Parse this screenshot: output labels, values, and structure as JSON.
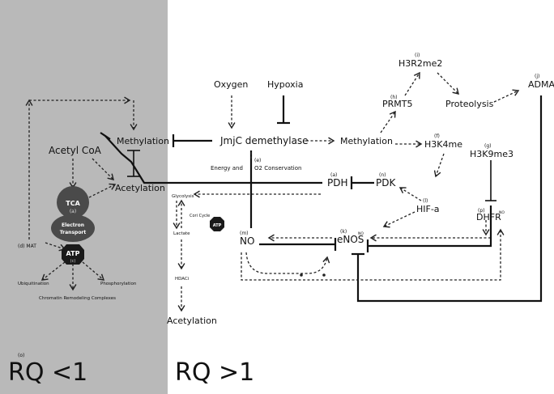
{
  "regions": {
    "left_label": "RQ <1",
    "right_label": "RQ >1",
    "left_marker": "(o)",
    "left_fill": "#b9b9b9"
  },
  "nodes": {
    "acetyl_coa": "Acetyl CoA",
    "methylation_left": "Methylation",
    "acetylation_left": "Acetylation",
    "tca": "TCA",
    "tca_marker": "(a)",
    "electron_transport_1": "Electron",
    "electron_transport_2": "Transport",
    "atp_left": "ATP",
    "atp_left_marker": "(c)",
    "mat": "(d) MAT",
    "ubiquitination": "Ubiquitination",
    "phosphorylation": "Phosphorylation",
    "chromatin": "Chromatin Remodeling Complexes",
    "oxygen": "Oxygen",
    "hypoxia": "Hypoxia",
    "jmjc": "JmjC demethylase",
    "energy": "Energy and",
    "o2_conservation": "O2 Conservation",
    "o2_marker": "(e)",
    "methylation_right": "Methylation",
    "glycolysis": "Glycolysis",
    "cori_cycle": "Cori Cycle",
    "atp_right": "ATP",
    "lactate": "Lactate",
    "hdaci": "HDACi",
    "acetylation_bottom": "Acetylation",
    "pdh": "PDH",
    "pdh_marker": "(a)",
    "pdk": "PDK",
    "pdk_marker": "(n)",
    "h3r2me2": "H3R2me2",
    "h3r2me2_marker": "(i)",
    "prmt5": "PRMT5",
    "prmt5_marker": "(h)",
    "proteolysis": "Proteolysis",
    "adma": "ADMA",
    "adma_marker": "(j)",
    "h3k4me": "H3K4me",
    "h3k4me_marker": "(f)",
    "h3k9me3": "H3K9me3",
    "h3k9me3_marker": "(g)",
    "hif": "HIF-a",
    "hif_marker": "(l)",
    "dhfr": "DHFR",
    "dhfr_marker": "(p)",
    "dhfr_sup": "NO",
    "enos": "eNOS",
    "enos_marker": "(k)",
    "enos_sup": "NO",
    "no": "NO",
    "no_marker": "(m)"
  }
}
